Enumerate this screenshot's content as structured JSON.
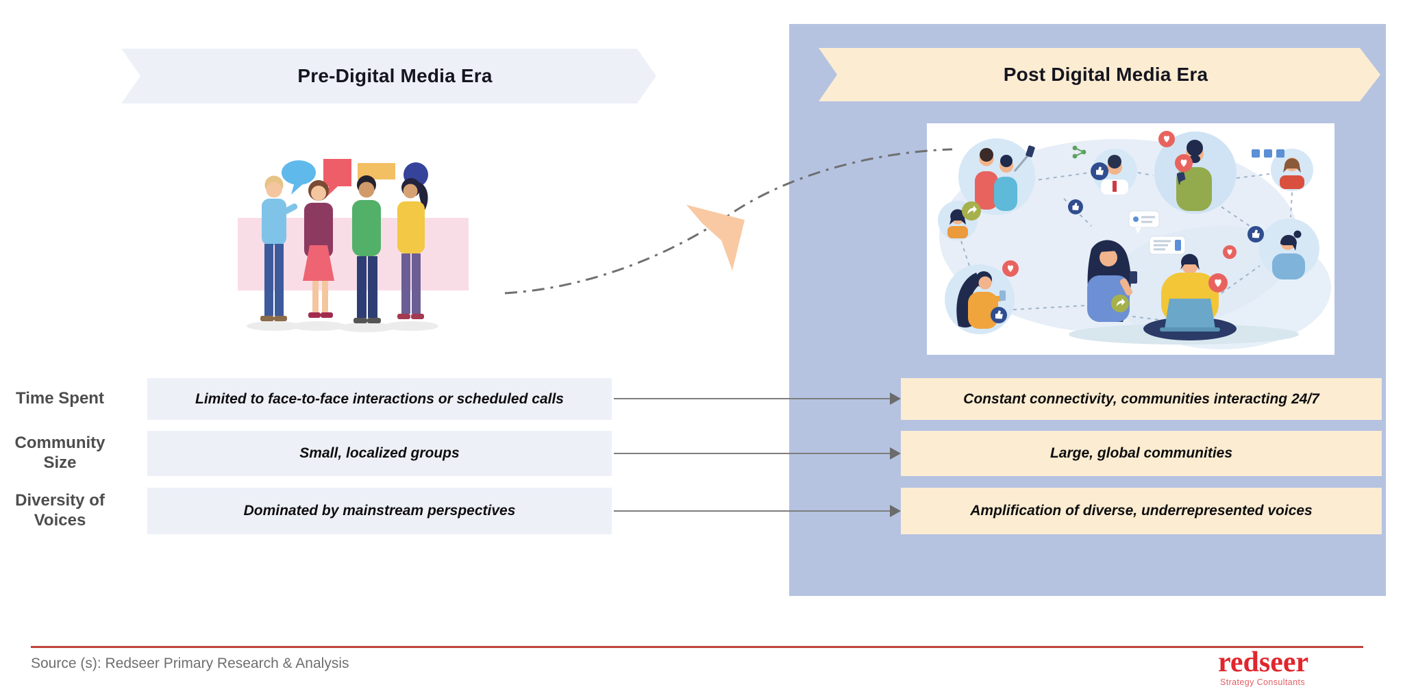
{
  "banners": {
    "pre": "Pre-Digital Media Era",
    "post": "Post Digital Media Era"
  },
  "comparison_rows": [
    {
      "label": "Time Spent",
      "pre": "Limited to face-to-face interactions or scheduled calls",
      "post": "Constant connectivity, communities interacting 24/7"
    },
    {
      "label": "Community Size",
      "pre": "Small, localized groups",
      "post": "Large, global communities"
    },
    {
      "label": "Diversity of Voices",
      "pre": "Dominated by mainstream perspectives",
      "post": "Amplification of diverse, underrepresented voices"
    }
  ],
  "illustrations": {
    "pre_alt": "group-conversation-illustration",
    "post_alt": "online-social-network-illustration"
  },
  "footer": {
    "source": "Source (s): Redseer Primary Research & Analysis",
    "logo_text": "redseer",
    "logo_tagline": "Strategy Consultants"
  },
  "colors": {
    "panel_blue": "#b5c3e1",
    "lavender_box": "#eef0f8",
    "peach_box": "#fcecd2",
    "peach_arrow": "#f8c9a2",
    "divider_red": "#c0443b",
    "logo_red": "#e0262e"
  }
}
